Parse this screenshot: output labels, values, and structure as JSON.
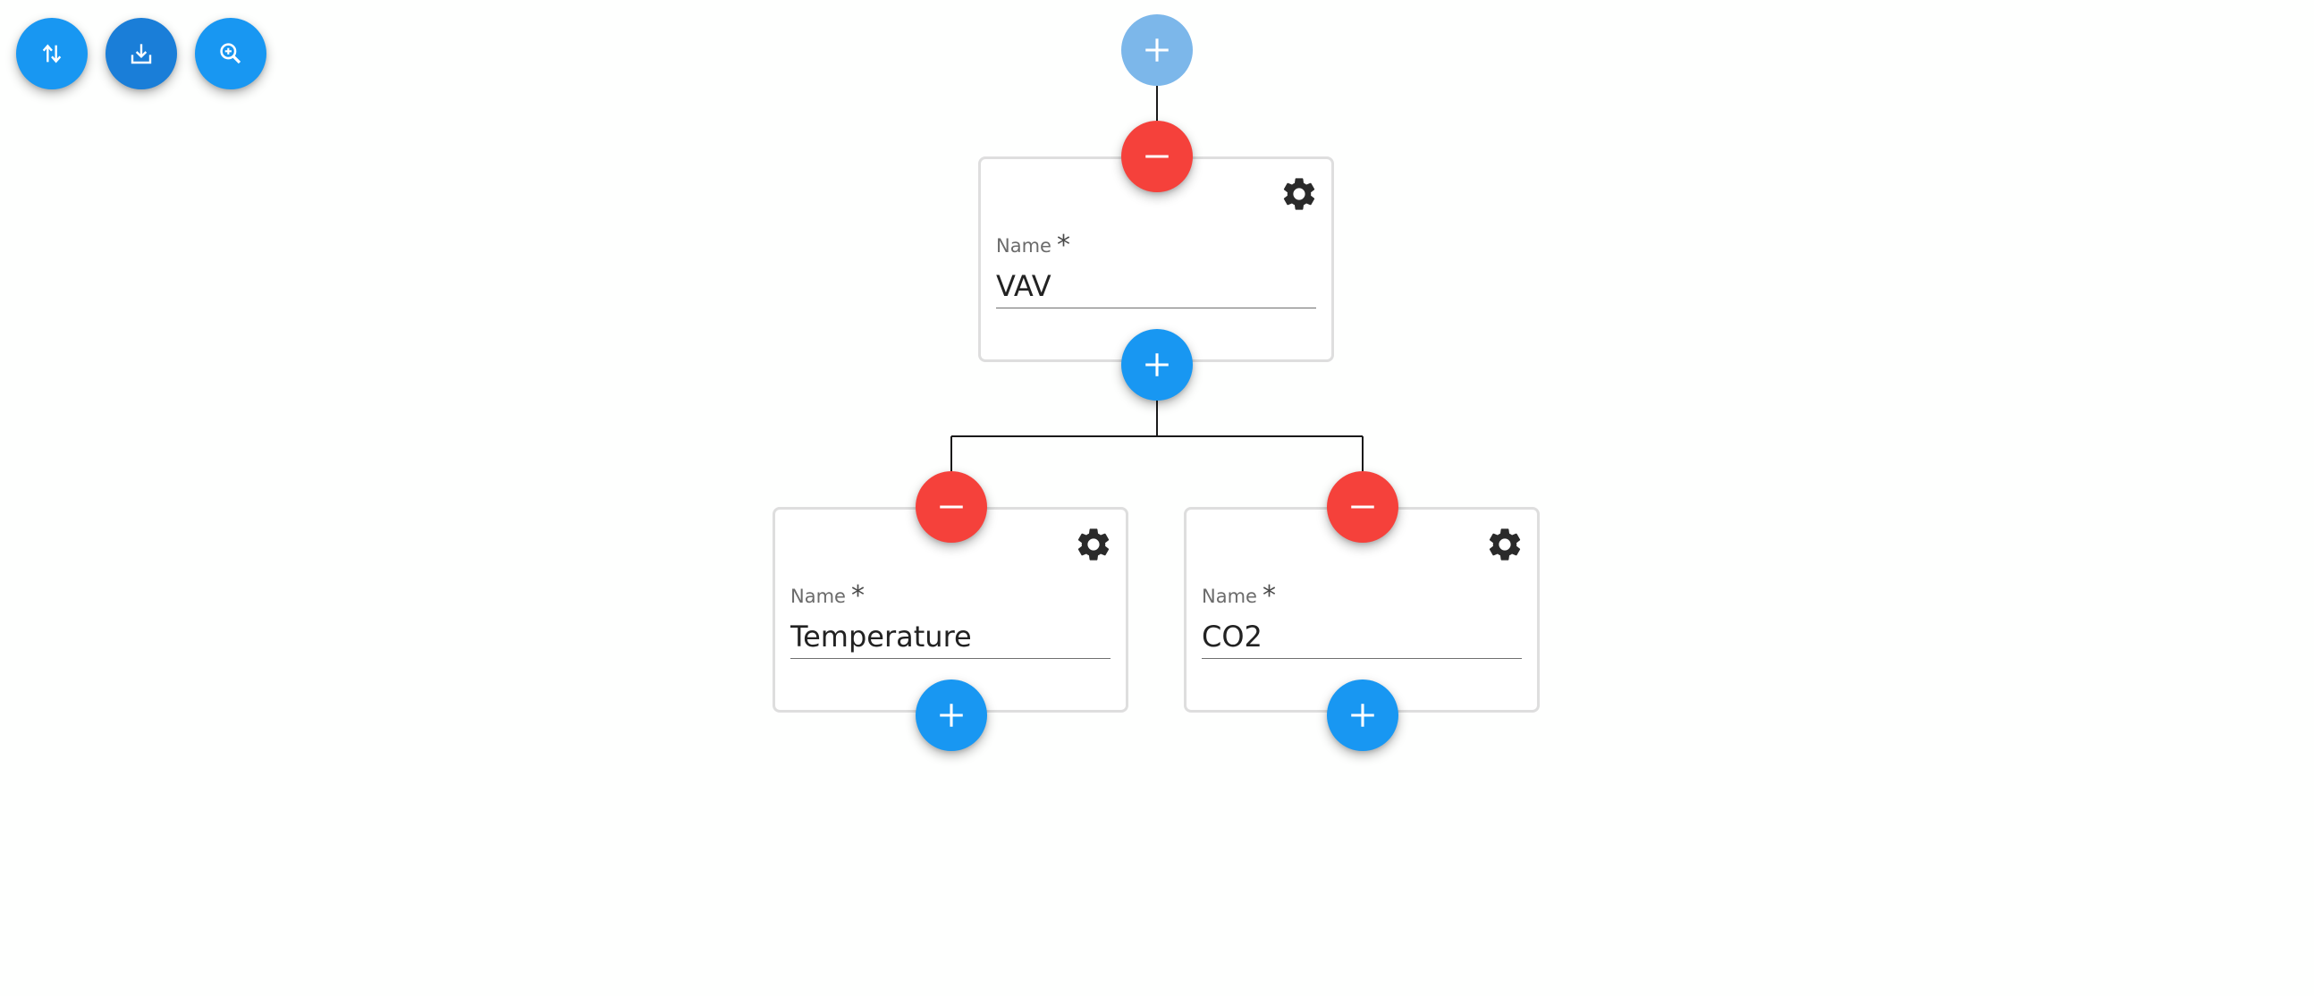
{
  "toolbar": {
    "buttons": [
      {
        "name": "sort-button",
        "icon": "sort-arrows-icon"
      },
      {
        "name": "export-button",
        "icon": "download-icon"
      },
      {
        "name": "zoom-button",
        "icon": "zoom-in-icon"
      }
    ]
  },
  "colors": {
    "primary": "#1897f2",
    "primary_dark": "#1a7ed8",
    "primary_faded": "#7cb7ea",
    "danger": "#f5413b",
    "card_border": "#dedede",
    "text": "#222222",
    "label": "#6b6b6b"
  },
  "tree": {
    "root": {
      "add_icon": "plus-icon"
    },
    "nodes": [
      {
        "id": "vav",
        "field_label": "Name",
        "required_mark": "*",
        "value": "VAV",
        "remove_icon": "minus-icon",
        "add_icon": "plus-icon",
        "settings_icon": "gear-icon"
      },
      {
        "id": "temperature",
        "field_label": "Name",
        "required_mark": "*",
        "value": "Temperature",
        "remove_icon": "minus-icon",
        "add_icon": "plus-icon",
        "settings_icon": "gear-icon"
      },
      {
        "id": "co2",
        "field_label": "Name",
        "required_mark": "*",
        "value": "CO2",
        "remove_icon": "minus-icon",
        "add_icon": "plus-icon",
        "settings_icon": "gear-icon"
      }
    ]
  }
}
